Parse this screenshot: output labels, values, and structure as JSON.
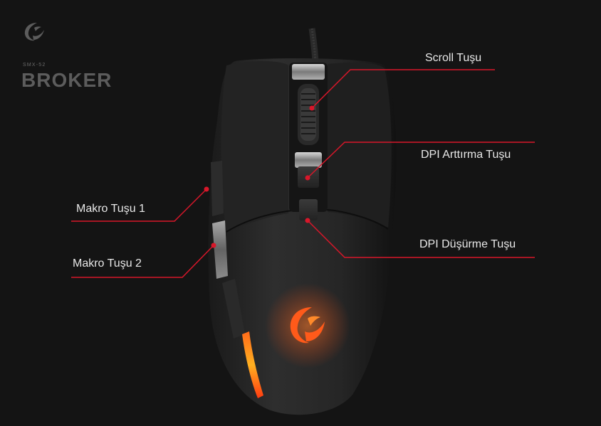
{
  "brand": {
    "model": "SMX-52",
    "product": "BROKER",
    "logo_icon": "rampage-swirl-logo"
  },
  "callouts": {
    "scroll": "Scroll Tuşu",
    "dpi_up": "DPI Arttırma Tuşu",
    "dpi_down": "DPI Düşürme Tuşu",
    "macro_1": "Makro Tuşu 1",
    "macro_2": "Makro Tuşu 2"
  },
  "colors": {
    "background": "#141414",
    "accent": "#d8172a",
    "glow": "#ff5a1a",
    "label": "#e8e8e8"
  }
}
